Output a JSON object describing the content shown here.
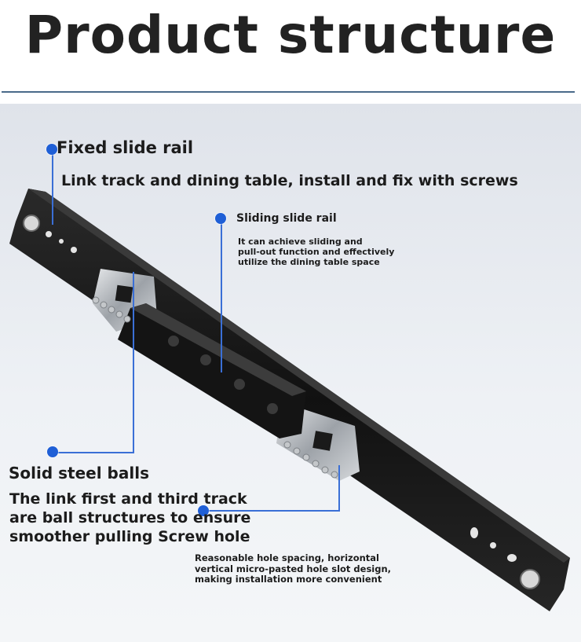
{
  "header": {
    "title": "Product structure"
  },
  "colors": {
    "accent": "#1f5fd6",
    "rail": "#1b1b1b",
    "steel": "#b9bdc2",
    "title": "#222222"
  },
  "callouts": {
    "fixed_rail": {
      "title": "Fixed slide rail",
      "description": "Link track and dining table, install and fix with screws"
    },
    "sliding_rail": {
      "title": "Sliding slide rail",
      "description_lines": [
        "It can achieve sliding and",
        "pull-out function and effectively",
        "utilize the dining table space"
      ]
    },
    "steel_balls": {
      "title": "Solid steel balls",
      "description_lines": [
        "The link first and third track",
        "are ball structures to ensure",
        "smoother pulling Screw hole"
      ]
    },
    "screw_hole": {
      "description_lines": [
        "Reasonable hole spacing, horizontal",
        "vertical micro-pasted hole slot design,",
        "making installation more convenient"
      ]
    }
  }
}
